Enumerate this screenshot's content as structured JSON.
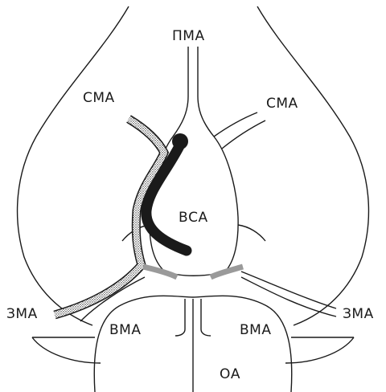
{
  "labels": {
    "pma": "ПМА",
    "sma_left": "СМА",
    "sma_right": "СМА",
    "vsa": "ВСА",
    "zma_left": "ЗМА",
    "zma_right": "ЗМА",
    "vma_left": "ВМА",
    "vma_right": "ВМА",
    "oa": "ОА"
  },
  "colors": {
    "line": "#1a1a1a",
    "background": "#ffffff",
    "shade": "#9a9a9a"
  }
}
